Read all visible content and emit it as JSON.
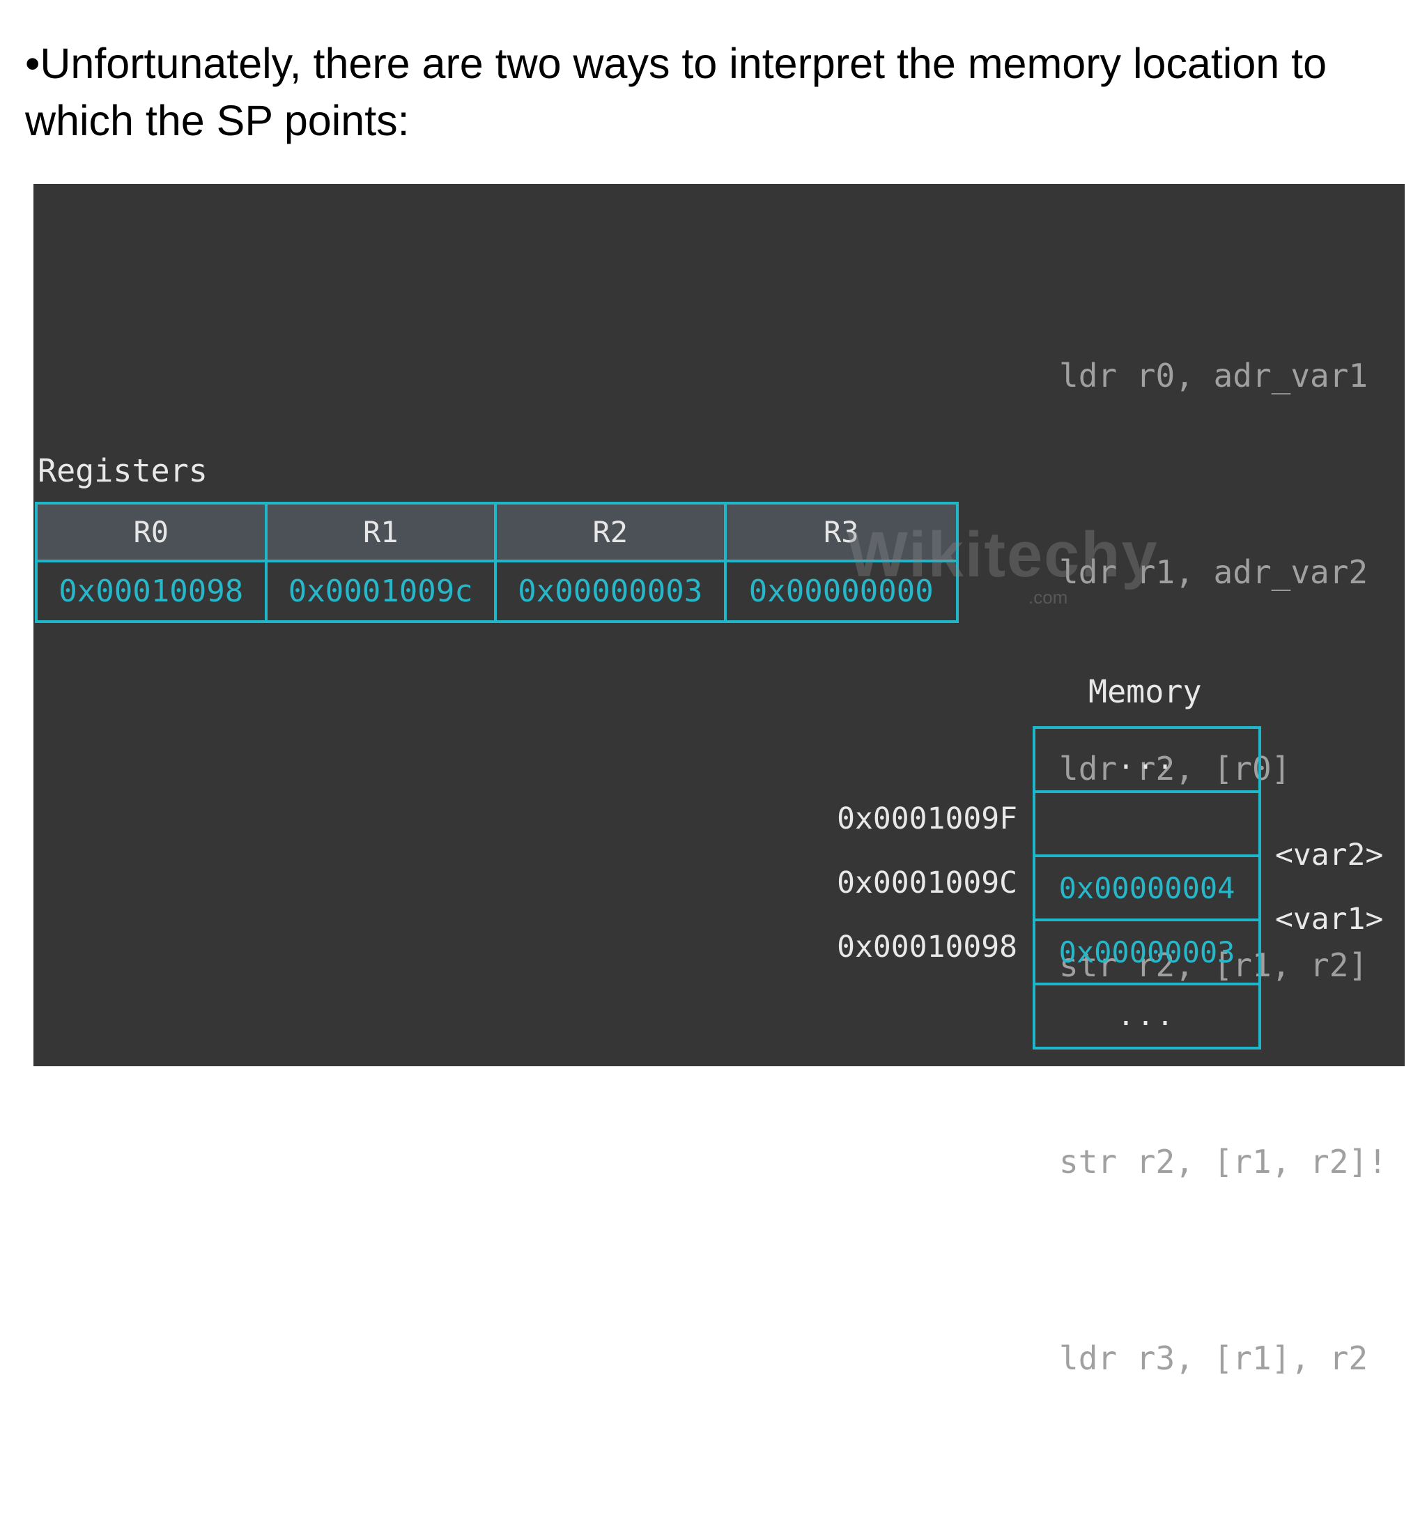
{
  "bullet_text": "•Unfortunately, there are two ways to interpret the memory location to which the SP points:",
  "code_lines": [
    "ldr r0, adr_var1",
    "ldr r1, adr_var2",
    "ldr r2, [r0]",
    "str r2, [r1, r2]",
    "str r2, [r1, r2]!",
    "ldr r3, [r1], r2"
  ],
  "registers": {
    "title": "Registers",
    "headers": [
      "R0",
      "R1",
      "R2",
      "R3"
    ],
    "values": [
      "0x00010098",
      "0x0001009c",
      "0x00000003",
      "0x00000000"
    ]
  },
  "memory": {
    "title": "Memory",
    "cells": [
      "...",
      "",
      "0x00000004",
      "0x00000003",
      "..."
    ],
    "addresses": [
      "0x0001009F",
      "0x0001009C",
      "0x00010098"
    ],
    "labels": [
      "<var2>",
      "<var1>"
    ]
  },
  "watermark": {
    "text": "Wikitechy",
    "sub": ".com"
  },
  "colors": {
    "panel_bg": "#363636",
    "accent": "#1fb6c9",
    "code": "#a0a0a0"
  }
}
